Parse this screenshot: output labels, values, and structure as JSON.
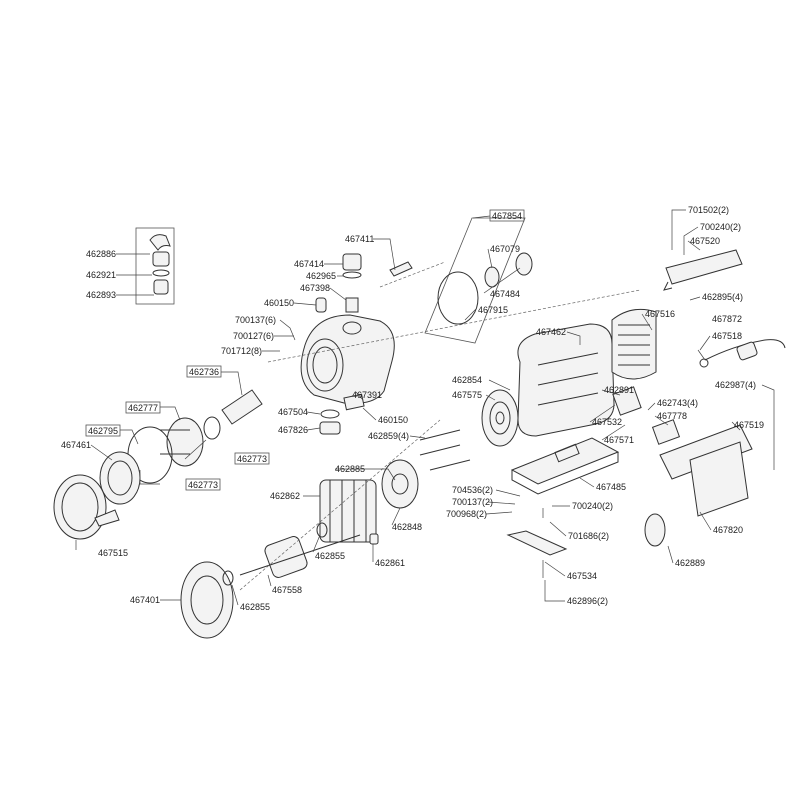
{
  "labels": {
    "l462886": "462886",
    "l462921": "462921",
    "l462893": "462893",
    "l467411": "467411",
    "l467414": "467414",
    "l462965": "462965",
    "l467398": "467398",
    "l460150a": "460150",
    "l700137a": "700137(6)",
    "l700127": "700127(6)",
    "l701712": "701712(8)",
    "l462736": "462736",
    "l462777": "462777",
    "l462795": "462795",
    "l467461": "467461",
    "l462773a": "462773",
    "l462773b": "462773",
    "l467515": "467515",
    "l467504": "467504",
    "l467826": "467826",
    "l467391": "467391",
    "l460150b": "460150",
    "l462859": "462859(4)",
    "l467854": "467854",
    "l467079": "467079",
    "l467484": "467484",
    "l467915": "467915",
    "l467462": "467462",
    "l462854": "462854",
    "l467575": "467575",
    "l462885": "462885",
    "l462862": "462862",
    "l462848": "462848",
    "l462855a": "462855",
    "l462861": "462861",
    "l467558": "467558",
    "l467401": "467401",
    "l462855b": "462855",
    "l701502": "701502(2)",
    "l700240a": "700240(2)",
    "l467520": "467520",
    "l462895": "462895(4)",
    "l467516": "467516",
    "l467872": "467872",
    "l467518": "467518",
    "l462891": "462891",
    "l462743": "462743(4)",
    "l467778": "467778",
    "l467532": "467532",
    "l467571": "467571",
    "l462987": "462987(4)",
    "l467519": "467519",
    "l467485": "467485",
    "l704536": "704536(2)",
    "l700137b": "700137(2)",
    "l700968": "700968(2)",
    "l700240b": "700240(2)",
    "l701686": "701686(2)",
    "l467534": "467534",
    "l462896": "462896(2)",
    "l467820": "467820",
    "l462889": "462889"
  }
}
